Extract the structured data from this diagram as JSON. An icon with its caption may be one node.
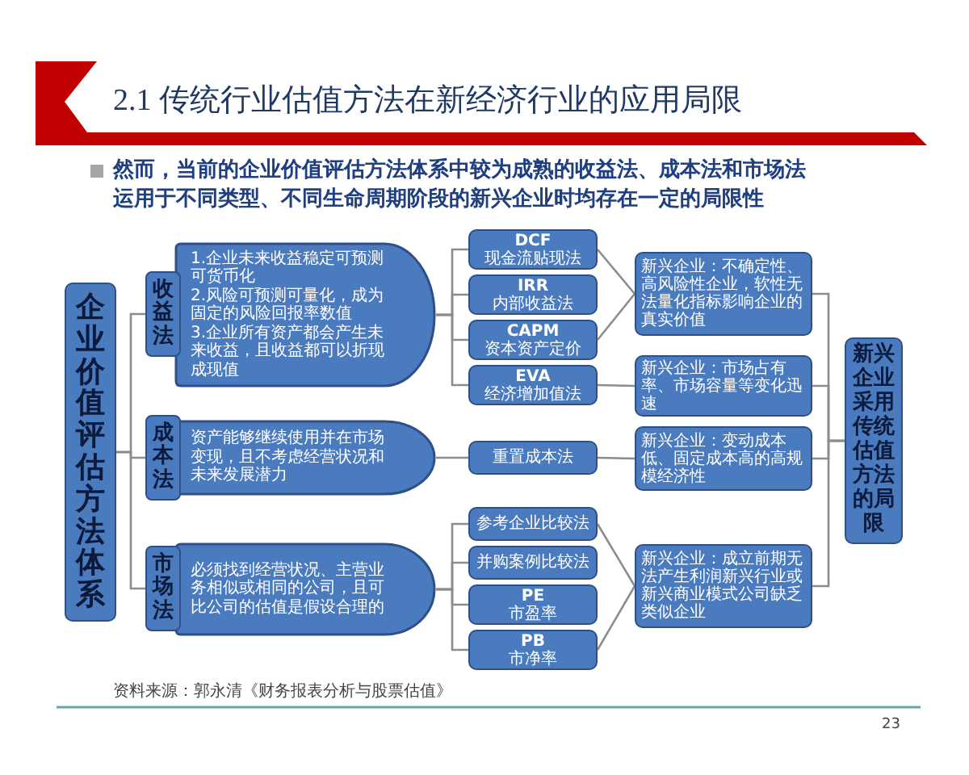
{
  "diagram": {
    "title": "2.1 传统行业估值方法在新经济行业的应用局限",
    "nodes": [
      {
        "text": [
          "企业价值评估方法体系"
        ]
      },
      {
        "text": [
          "收益法"
        ]
      },
      {
        "text": [
          "1.企业未来收益稳定可预测可货币化",
          "2.风险可预测可量化，成为固定的风险回报率数值",
          "3.企业所有资产都会产生未来收益，且收益都可以折现成现值"
        ]
      },
      {
        "text": [
          "成本法"
        ]
      },
      {
        "text": [
          "资产能够继续使用并在市场变现，且不考虑经营状况和未来发展潜力"
        ]
      },
      {
        "text": [
          "市场法"
        ]
      },
      {
        "text": [
          "必须找到经营状况、主营业务相似或相同的公司，且可比公司的估值是假设合理的"
        ]
      },
      {
        "text": [
          "DCF",
          "现金流贴现法"
        ]
      },
      {
        "text": [
          "IRR",
          "内部收益法"
        ]
      },
      {
        "text": [
          "CAPM",
          "资本资产定价"
        ]
      },
      {
        "text": [
          "EVA",
          "经济增加值法"
        ]
      },
      {
        "text": [
          "重置成本法"
        ]
      },
      {
        "text": [
          "参考企业比较法"
        ]
      },
      {
        "text": [
          "并购案例比较法"
        ]
      },
      {
        "text": [
          "PE",
          "市盈率"
        ]
      },
      {
        "text": [
          "PB",
          "市净率"
        ]
      },
      {
        "text": [
          "新兴企业：不确定性、高风险性企业，软性无法量化指标影响企业的真实价值"
        ]
      },
      {
        "text": [
          "新兴企业：市场占有率、市场容量等变化迅速"
        ]
      },
      {
        "text": [
          "新兴企业：变动成本低、固定成本高的高规模经济性"
        ]
      },
      {
        "text": [
          "新兴企业：成立前期无法产生利润新兴行业或新兴商业模式公司缺乏类似企业"
        ]
      },
      {
        "text": [
          "新兴企业采用传统估值方法的局限"
        ]
      }
    ],
    "edges": [
      {
        "from": 0,
        "to": 1,
        "arrow": "none"
      },
      {
        "from": 0,
        "to": 3,
        "arrow": "none"
      },
      {
        "from": 0,
        "to": 5,
        "arrow": "none"
      },
      {
        "from": 2,
        "to": 7,
        "arrow": "none"
      },
      {
        "from": 2,
        "to": 8,
        "arrow": "none"
      },
      {
        "from": 2,
        "to": 9,
        "arrow": "none"
      },
      {
        "from": 2,
        "to": 10,
        "arrow": "none"
      },
      {
        "from": 4,
        "to": 11,
        "arrow": "none"
      },
      {
        "from": 6,
        "to": 12,
        "arrow": "none"
      },
      {
        "from": 6,
        "to": 13,
        "arrow": "none"
      },
      {
        "from": 6,
        "to": 14,
        "arrow": "none"
      },
      {
        "from": 6,
        "to": 15,
        "arrow": "none"
      },
      {
        "from": 7,
        "to": 16,
        "arrow": "none"
      },
      {
        "from": 9,
        "to": 16,
        "arrow": "none"
      },
      {
        "from": 10,
        "to": 17,
        "arrow": "none"
      },
      {
        "from": 11,
        "to": 18,
        "arrow": "none"
      },
      {
        "from": 12,
        "to": 19,
        "arrow": "none"
      },
      {
        "from": 15,
        "to": 19,
        "arrow": "none"
      },
      {
        "from": 16,
        "to": 20,
        "arrow": "none"
      },
      {
        "from": 17,
        "to": 20,
        "arrow": "none"
      },
      {
        "from": 18,
        "to": 20,
        "arrow": "none"
      },
      {
        "from": 19,
        "to": 20,
        "arrow": "none"
      }
    ],
    "labels": [
      "然而，当前的企业价值评估方法体系中较为成熟的收益法、成本法和市场法运用于不同类型、不同生命周期阶段的新兴企业时均存在一定的局限性",
      "资料来源：郭永清《财务报表分析与股票估值》",
      "23"
    ]
  }
}
